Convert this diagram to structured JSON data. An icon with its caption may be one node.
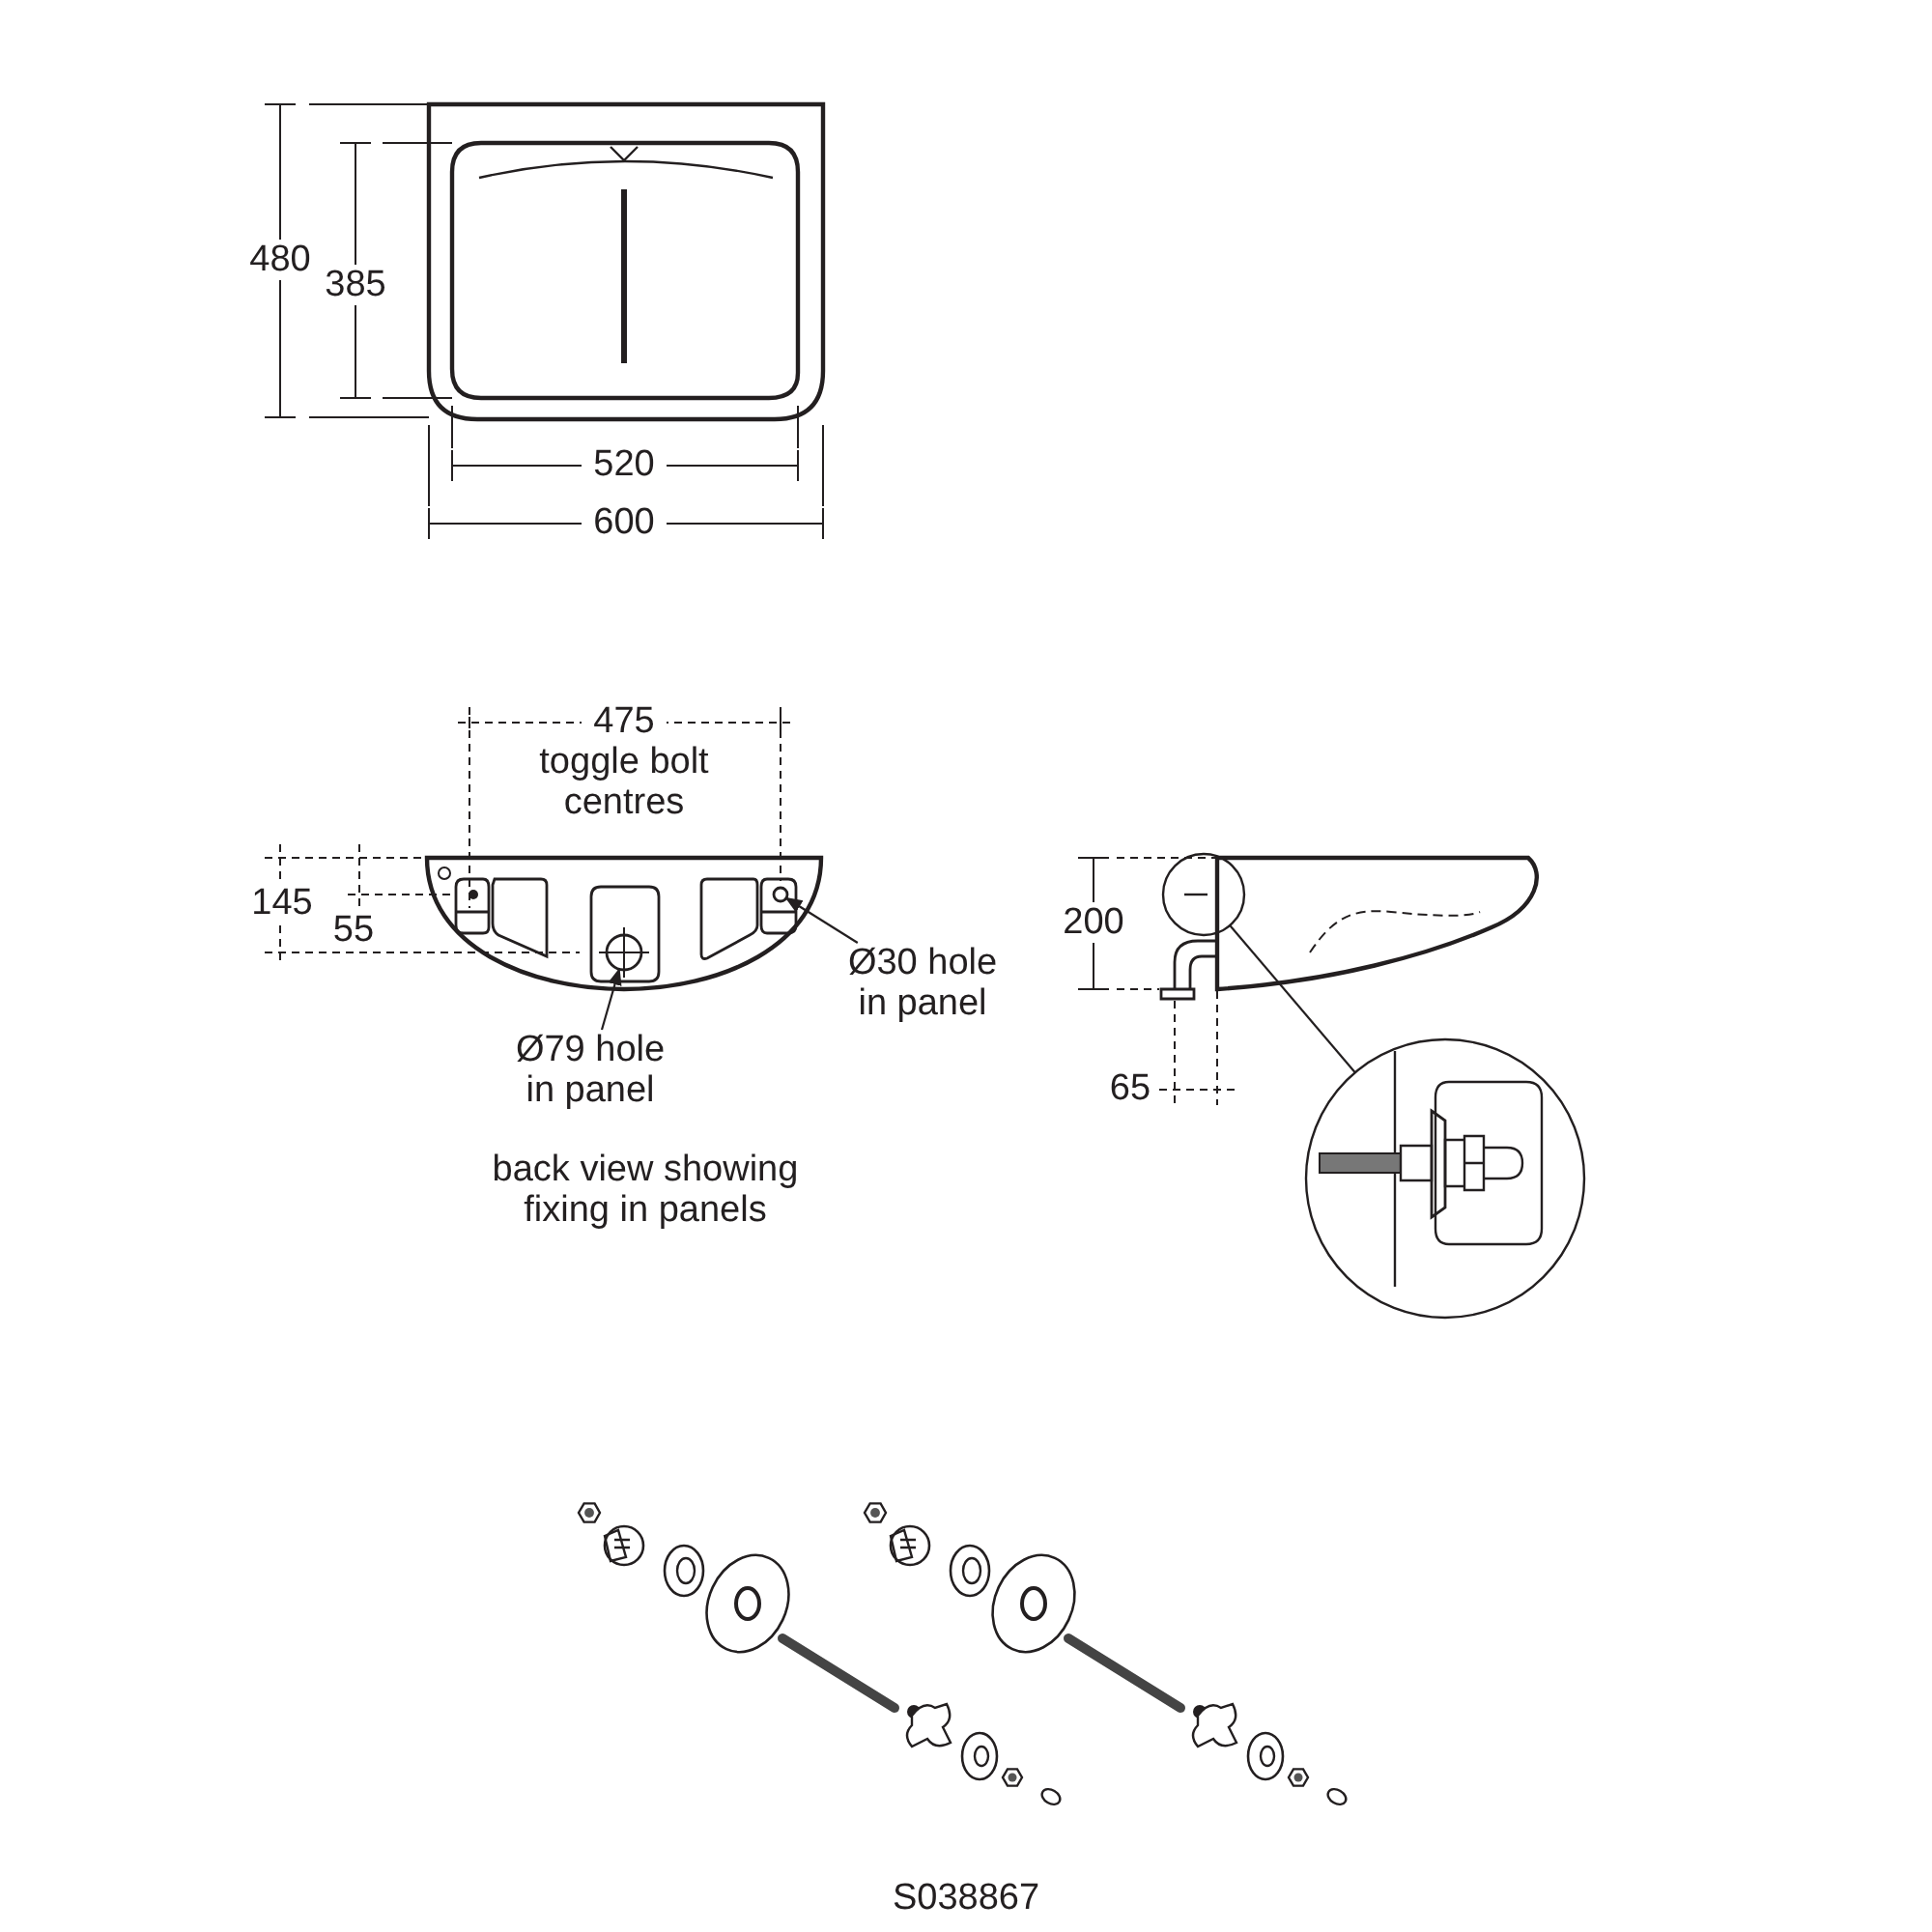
{
  "diagram": {
    "nodes": [
      {
        "text": [
          "Ø79 hole in panel"
        ]
      },
      {
        "text": [
          "Ø30 hole in panel"
        ]
      },
      {
        "text": [],
        "shape": "circle"
      },
      {
        "text": [],
        "shape": "circle"
      },
      {
        "text": [],
        "shape": "circle"
      },
      {
        "text": [],
        "shape": "circle"
      }
    ],
    "edges": [
      {
        "from": 0,
        "to": 2,
        "arrow": "to"
      },
      {
        "from": 1,
        "to": 3,
        "arrow": "to"
      },
      {
        "from": 4,
        "to": 5,
        "arrow": "none"
      }
    ],
    "labels": [
      "480",
      "385",
      "520",
      "600",
      "475",
      "toggle bolt centres",
      "145",
      "55",
      "back view showing fixing in panels",
      "200",
      "65",
      "S038867"
    ]
  }
}
